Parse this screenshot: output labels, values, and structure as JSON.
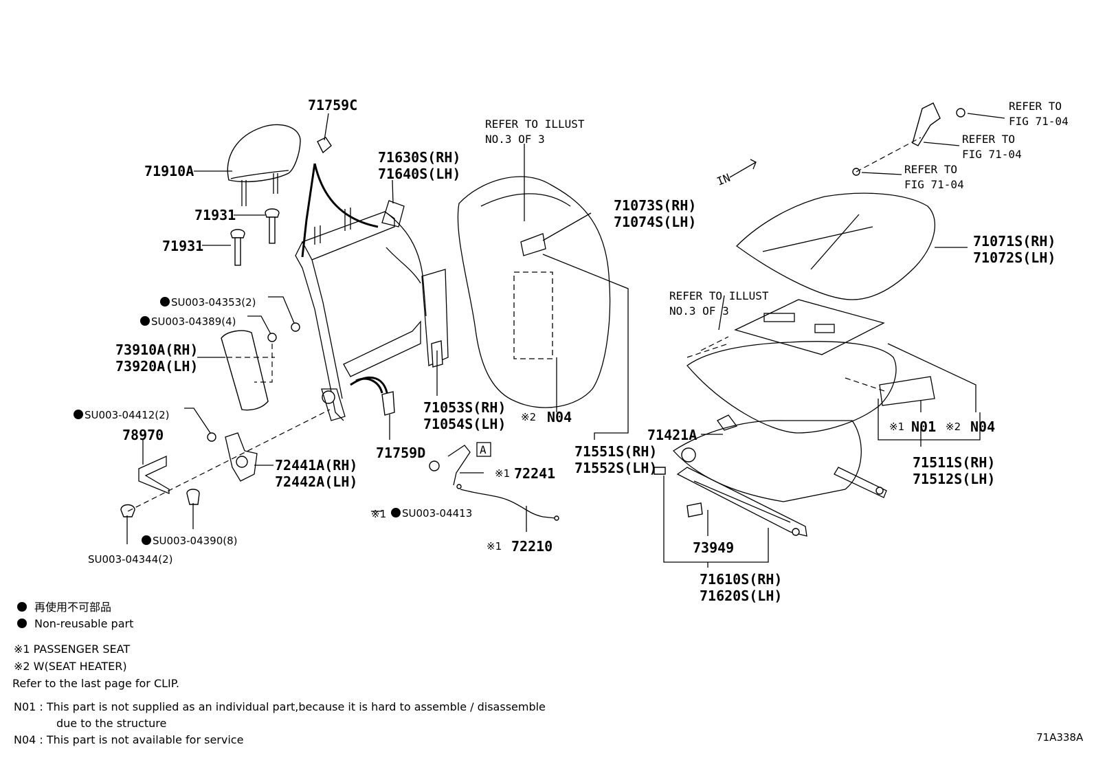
{
  "diagram": {
    "parts": {
      "p71759C": "71759C",
      "p71910A": "71910A",
      "p71931a": "71931",
      "p71931b": "71931",
      "p71630S": "71630S(RH)",
      "p71640S": "71640S(LH)",
      "su04353": "SU003-04353(2)",
      "su04389": "SU003-04389(4)",
      "p73910A": "73910A(RH)",
      "p73920A": "73920A(LH)",
      "su04412": "SU003-04412(2)",
      "p78970": "78970",
      "p72441A": "72441A(RH)",
      "p72442A": "72442A(LH)",
      "su04390": "SU003-04390(8)",
      "su04344": "SU003-04344(2)",
      "p71053S": "71053S(RH)",
      "p71054S": "71054S(LH)",
      "p71759D": "71759D",
      "p72241": "72241",
      "su04413": "SU003-04413",
      "p72210": "72210",
      "p71073S": "71073S(RH)",
      "p71074S": "71074S(LH)",
      "n04a": "N04",
      "p71551S": "71551S(RH)",
      "p71552S": "71552S(LH)",
      "p71071S": "71071S(RH)",
      "p71072S": "71072S(LH)",
      "p71421A": "71421A",
      "n01": "N01",
      "n04b": "N04",
      "p71511S": "71511S(RH)",
      "p71512S": "71512S(LH)",
      "p73949": "73949",
      "p71610S": "71610S(RH)",
      "p71620S": "71620S(LH)"
    },
    "refs": {
      "illust_a_1": "REFER TO ILLUST",
      "illust_a_2": "NO.3 OF 3",
      "illust_b_1": "REFER TO ILLUST",
      "illust_b_2": "NO.3 OF 3",
      "fig1_1": "REFER TO",
      "fig1_2": "FIG 71-04",
      "fig2_1": "REFER TO",
      "fig2_2": "FIG 71-04",
      "fig3_1": "REFER TO",
      "fig3_2": "FIG 71-04",
      "in_arrow": "IN",
      "box_a": "A"
    },
    "marks": {
      "k1": "※1",
      "k2": "※2"
    },
    "legend": {
      "jp": "再使用不可部品",
      "en": "Non-reusable part",
      "k1": "※1 PASSENGER SEAT",
      "k2": "※2 W(SEAT HEATER)",
      "clip": "Refer to the last page for CLIP.",
      "n01_a": "N01 : This part is not supplied as an individual part,because it is hard to assemble / disassemble",
      "n01_b": "due to the structure",
      "n04": "N04 : This part is not available for service"
    },
    "figure_code": "71A338A"
  }
}
